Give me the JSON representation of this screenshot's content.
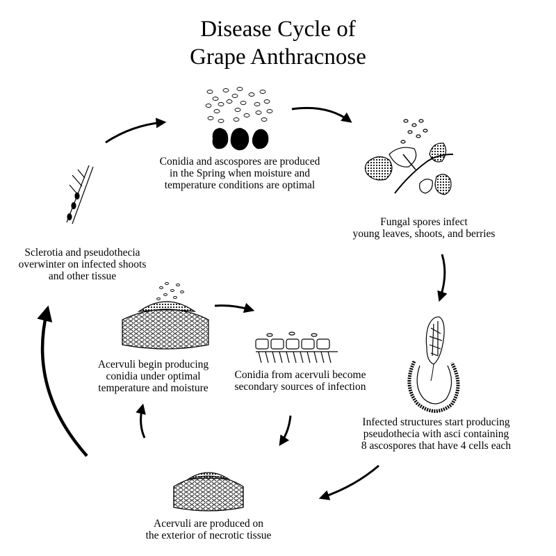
{
  "title": {
    "line1": "Disease Cycle of",
    "line2": "Grape Anthracnose"
  },
  "stages": {
    "spring": {
      "lines": [
        "Conidia and ascospores are produced",
        "in the Spring when moisture and",
        "temperature conditions are optimal"
      ]
    },
    "infect": {
      "lines": [
        "Fungal spores infect",
        "young leaves, shoots, and berries"
      ]
    },
    "pseudothecia": {
      "lines": [
        "Infected structures start producing",
        "pseudothecia with asci containing",
        "8 ascospores that have 4 cells each"
      ]
    },
    "acervuli_exterior": {
      "lines": [
        "Acervuli are produced on",
        "the exterior of necrotic tissue"
      ]
    },
    "acervuli_producing": {
      "lines": [
        "Acervuli begin producing",
        "conidia under optimal",
        "temperature and moisture"
      ]
    },
    "secondary": {
      "lines": [
        "Conidia from acervuli become",
        "secondary sources of infection"
      ]
    },
    "overwinter": {
      "lines": [
        "Sclerotia and pseudothecia",
        "overwinter on infected shoots",
        "and other tissue"
      ]
    }
  }
}
